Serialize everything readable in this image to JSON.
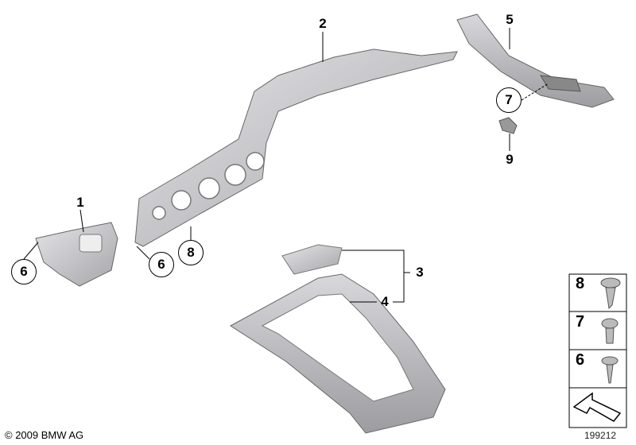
{
  "callouts": {
    "c1": "1",
    "c2": "2",
    "c3": "3",
    "c4": "4",
    "c5": "5",
    "c6a": "6",
    "c6b": "6",
    "c7": "7",
    "c8": "8",
    "c9": "9"
  },
  "legend": {
    "items": [
      {
        "number": "8",
        "icon": "screw-icon"
      },
      {
        "number": "7",
        "icon": "screw-icon"
      },
      {
        "number": "6",
        "icon": "screw-icon"
      }
    ],
    "arrow_icon": "direction-arrow-icon"
  },
  "footer": {
    "copyright": "© 2009 BMW AG",
    "reference_number": "199212"
  },
  "colors": {
    "part_fill": "#c9c9cc",
    "part_shade": "#9a9a9e",
    "line": "#000000"
  }
}
